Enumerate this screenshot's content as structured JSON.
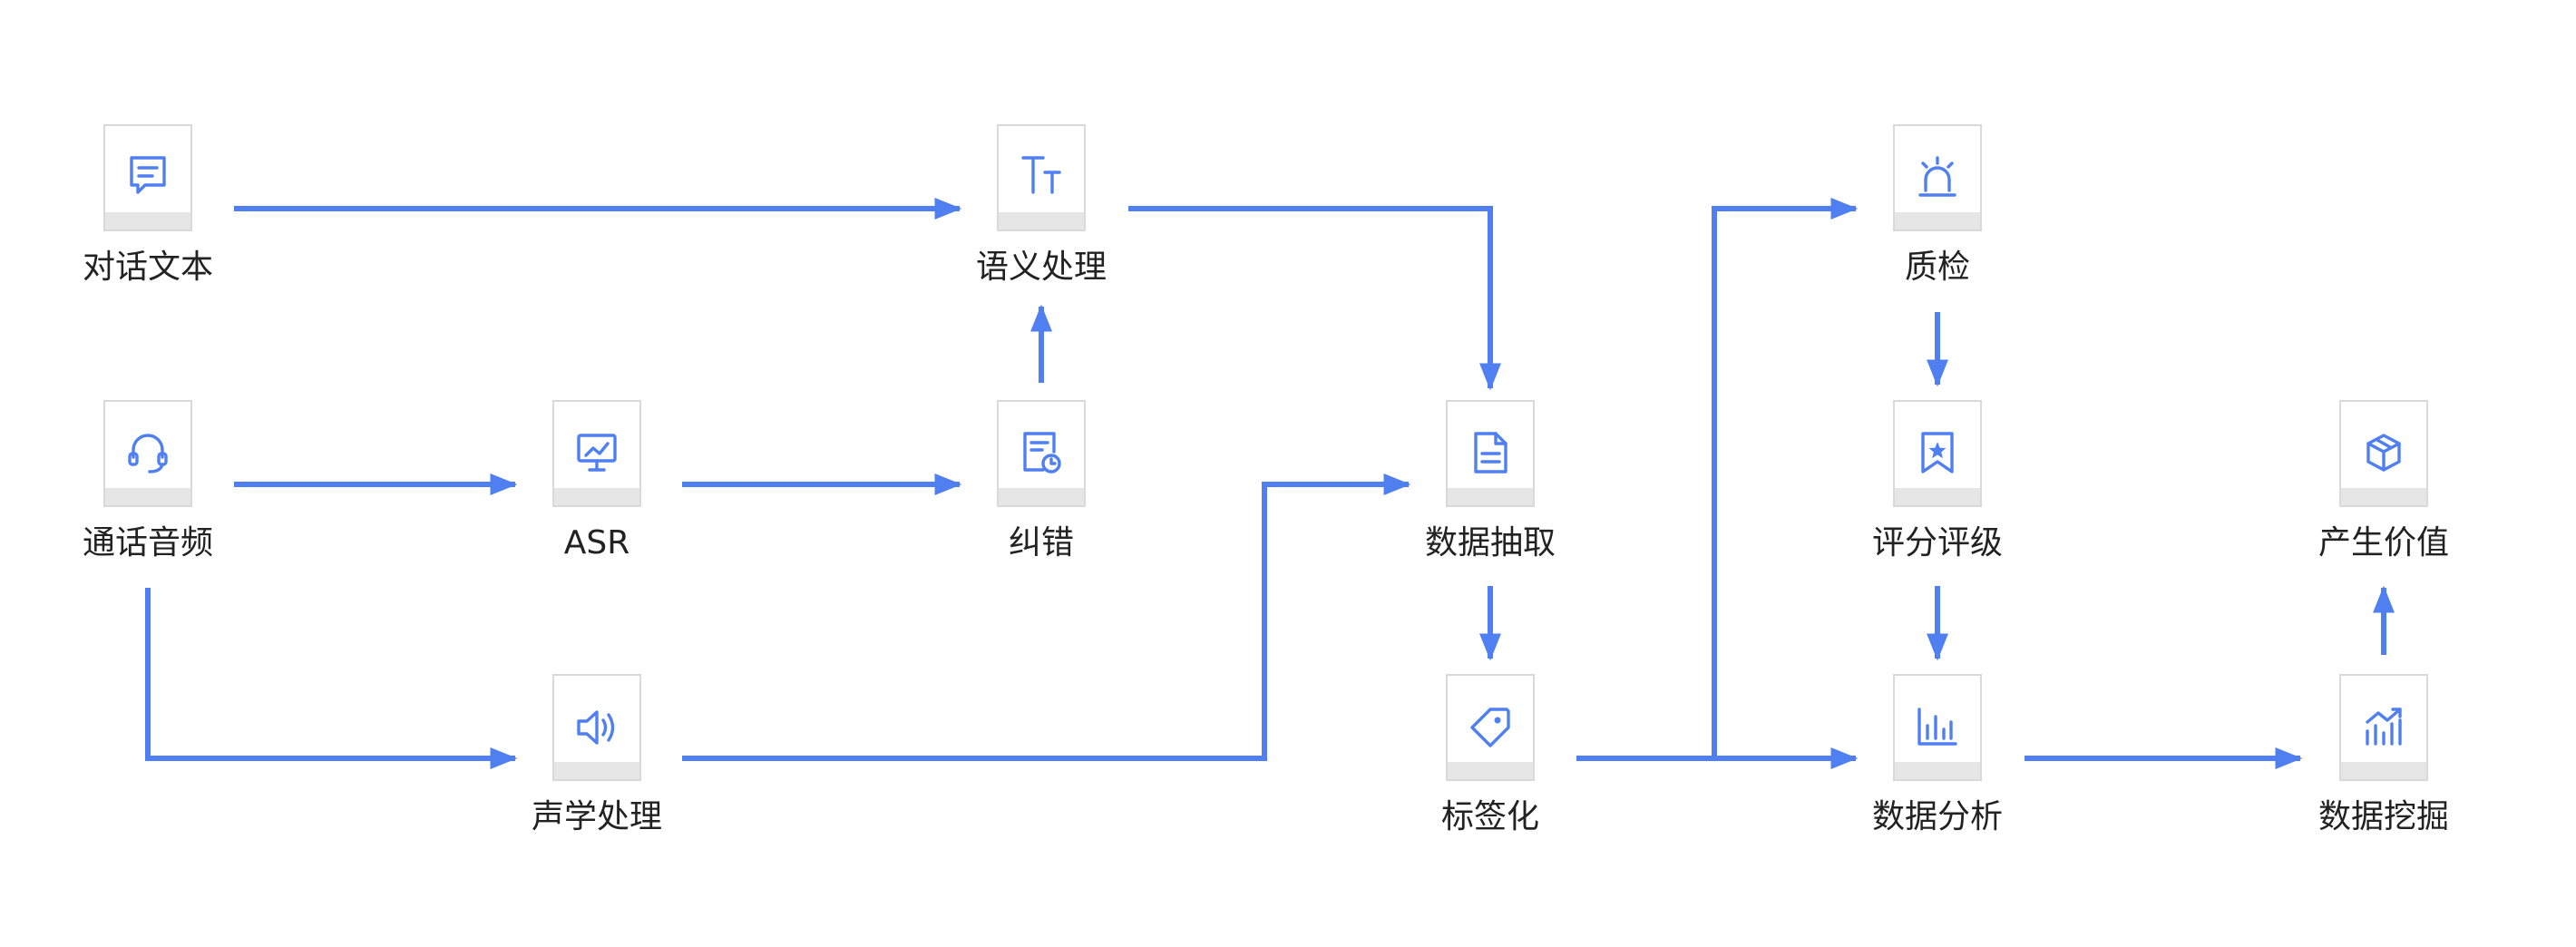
{
  "diagram": {
    "accent_color": "#4f7ff0",
    "nodes": {
      "dialog_text": {
        "label": "对话文本",
        "icon": "chat-icon"
      },
      "semantic": {
        "label": "语义处理",
        "icon": "text-size-icon"
      },
      "call_audio": {
        "label": "通话音频",
        "icon": "headset-icon"
      },
      "asr": {
        "label": "ASR",
        "icon": "monitor-chart-icon"
      },
      "correction": {
        "label": "纠错",
        "icon": "document-clock-icon"
      },
      "acoustic": {
        "label": "声学处理",
        "icon": "speaker-icon"
      },
      "extraction": {
        "label": "数据抽取",
        "icon": "document-icon"
      },
      "tagging": {
        "label": "标签化",
        "icon": "tag-icon"
      },
      "qc": {
        "label": "质检",
        "icon": "alarm-icon"
      },
      "rating": {
        "label": "评分评级",
        "icon": "bookmark-star-icon"
      },
      "analysis": {
        "label": "数据分析",
        "icon": "bar-chart-icon"
      },
      "value": {
        "label": "产生价值",
        "icon": "cube-icon"
      },
      "mining": {
        "label": "数据挖掘",
        "icon": "trend-chart-icon"
      }
    }
  }
}
